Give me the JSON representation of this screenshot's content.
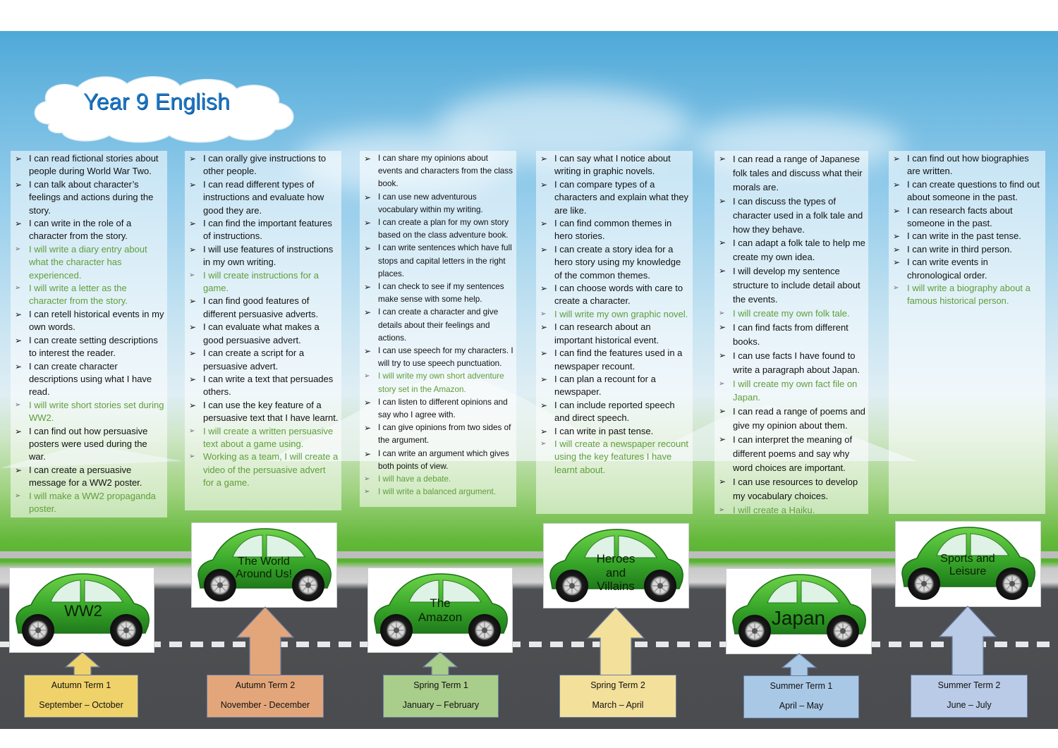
{
  "title": "Year 9 English",
  "columns": [
    {
      "items": [
        {
          "text": "I can read fictional stories about people during World War Two.",
          "goal": false
        },
        {
          "text": "I can talk about character’s feelings and actions during the story.",
          "goal": false
        },
        {
          "text": "I can write in the role of a character from the story.",
          "goal": false
        },
        {
          "text": "I will write a diary entry about what the character has experienced.",
          "goal": true
        },
        {
          "text": "I will write a letter as the character from the story.",
          "goal": true
        },
        {
          "text": "I can retell historical events in my own words.",
          "goal": false
        },
        {
          "text": "I can create setting descriptions to interest the reader.",
          "goal": false
        },
        {
          "text": "I can create character descriptions using what I have read.",
          "goal": false
        },
        {
          "text": "I will write short stories set during WW2.",
          "goal": true
        },
        {
          "text": "I can find out how persuasive posters were used during the war.",
          "goal": false
        },
        {
          "text": "I can create a persuasive message for a WW2 poster.",
          "goal": false
        },
        {
          "text": "I will make a WW2 propaganda poster.",
          "goal": true
        }
      ]
    },
    {
      "items": [
        {
          "text": "I can orally give instructions to other people.",
          "goal": false
        },
        {
          "text": "I can read different types of instructions and evaluate how good they are.",
          "goal": false
        },
        {
          "text": "I can find the important features of instructions.",
          "goal": false
        },
        {
          "text": "I will use features of instructions in my own writing.",
          "goal": false
        },
        {
          "text": "I will create instructions for a game.",
          "goal": true
        },
        {
          "text": "I can find good features of different persuasive adverts.",
          "goal": false
        },
        {
          "text": "I can evaluate what makes a good persuasive advert.",
          "goal": false
        },
        {
          "text": "I can create a script for a persuasive advert.",
          "goal": false
        },
        {
          "text": "I can write a text that persuades others.",
          "goal": false
        },
        {
          "text": "I can use the key feature of a persuasive text that I have learnt.",
          "goal": false
        },
        {
          "text": "I will create a written persuasive text about a game using.",
          "goal": true
        },
        {
          "text": "Working as a team, I will create a video of the persuasive advert for a game.",
          "goal": true
        }
      ]
    },
    {
      "items": [
        {
          "text": "I can share my opinions about events and characters from the class book.",
          "goal": false
        },
        {
          "text": "I can use new adventurous vocabulary within my writing.",
          "goal": false
        },
        {
          "text": "I can create a plan for my own story based on the class adventure book.",
          "goal": false
        },
        {
          "text": "I can write sentences which have full stops and capital letters in the right places.",
          "goal": false
        },
        {
          "text": "I can check to see if my sentences make sense with some help.",
          "goal": false
        },
        {
          "text": "I can create a character and give details about their feelings and actions.",
          "goal": false
        },
        {
          "text": "I can use speech for my characters. I will try to use speech punctuation.",
          "goal": false
        },
        {
          "text": "I will write my own short adventure story set in the Amazon.",
          "goal": true
        },
        {
          "text": "I can listen to different opinions and say who I agree with.",
          "goal": false
        },
        {
          "text": "I can give opinions from two sides of the argument.",
          "goal": false
        },
        {
          "text": "I can write an argument which gives both points of view.",
          "goal": false
        },
        {
          "text": "I will have a debate.",
          "goal": true
        },
        {
          "text": "I will write a balanced argument.",
          "goal": true
        }
      ]
    },
    {
      "items": [
        {
          "text": "I can say what I notice about writing in graphic novels.",
          "goal": false
        },
        {
          "text": "I can compare types of a characters and explain what they are like.",
          "goal": false
        },
        {
          "text": "I can find common themes in hero stories.",
          "goal": false
        },
        {
          "text": "I can create a story idea for a hero story using my knowledge of the common themes.",
          "goal": false
        },
        {
          "text": "I can choose words with care to create a character.",
          "goal": false
        },
        {
          "text": "I will write my own graphic novel.",
          "goal": true
        },
        {
          "text": "I can research about an important historical event.",
          "goal": false
        },
        {
          "text": "I can find the features used in a newspaper recount.",
          "goal": false
        },
        {
          "text": "I can plan a recount for a newspaper.",
          "goal": false
        },
        {
          "text": "I can include reported speech and direct speech.",
          "goal": false
        },
        {
          "text": "I can write in past tense.",
          "goal": false
        },
        {
          "text": "I will create a newspaper recount using the key features I have learnt about.",
          "goal": true
        }
      ]
    },
    {
      "items": [
        {
          "text": "I can read a range of Japanese folk tales and discuss what their morals are.",
          "goal": false
        },
        {
          "text": "I can discuss the types of character used in a folk tale and how they behave.",
          "goal": false
        },
        {
          "text": "I can adapt a folk tale to help me create my own idea.",
          "goal": false
        },
        {
          "text": "I will develop my sentence structure to include detail about the events.",
          "goal": false
        },
        {
          "text": "I will create my own folk tale.",
          "goal": true
        },
        {
          "text": "I can find facts from different books.",
          "goal": false
        },
        {
          "text": "I can use facts I have found to write a paragraph about Japan.",
          "goal": false
        },
        {
          "text": "I will create my own fact file on Japan.",
          "goal": true
        },
        {
          "text": "I can read a range of poems and give my opinion about them.",
          "goal": false
        },
        {
          "text": "I can interpret the meaning of different poems and say why word choices are important.",
          "goal": false
        },
        {
          "text": "I can use resources to develop my vocabulary choices.",
          "goal": false
        },
        {
          "text": "I will create a Haiku.",
          "goal": true
        }
      ]
    },
    {
      "items": [
        {
          "text": "I can find out how biographies are written.",
          "goal": false
        },
        {
          "text": "I can create questions to find out about someone in the past.",
          "goal": false
        },
        {
          "text": "I can research facts about someone in the past.",
          "goal": false
        },
        {
          "text": "I can write in the past tense.",
          "goal": false
        },
        {
          "text": "I can write in third person.",
          "goal": false
        },
        {
          "text": "I can write events in chronological order.",
          "goal": false
        },
        {
          "text": "I will write a biography about a famous historical person.",
          "goal": true
        }
      ]
    }
  ],
  "cars": [
    {
      "topic": "WW2"
    },
    {
      "topic": "The World Around Us!"
    },
    {
      "topic": "The Amazon"
    },
    {
      "topic": "Heroes and Villains"
    },
    {
      "topic": "Japan"
    },
    {
      "topic": "Sports and Leisure"
    }
  ],
  "terms": [
    {
      "term": "Autumn Term 1",
      "months": "September – October",
      "color": "#f0d26a"
    },
    {
      "term": "Autumn Term 2",
      "months": "November - December",
      "color": "#e3a67a"
    },
    {
      "term": "Spring Term 1",
      "months": "January – February",
      "color": "#a9cd8a"
    },
    {
      "term": "Spring Term 2",
      "months": "March – April",
      "color": "#f3e09a"
    },
    {
      "term": "Summer Term 1",
      "months": "April – May",
      "color": "#a9c8e6"
    },
    {
      "term": "Summer Term 2",
      "months": "June – July",
      "color": "#b9cbe6"
    }
  ]
}
